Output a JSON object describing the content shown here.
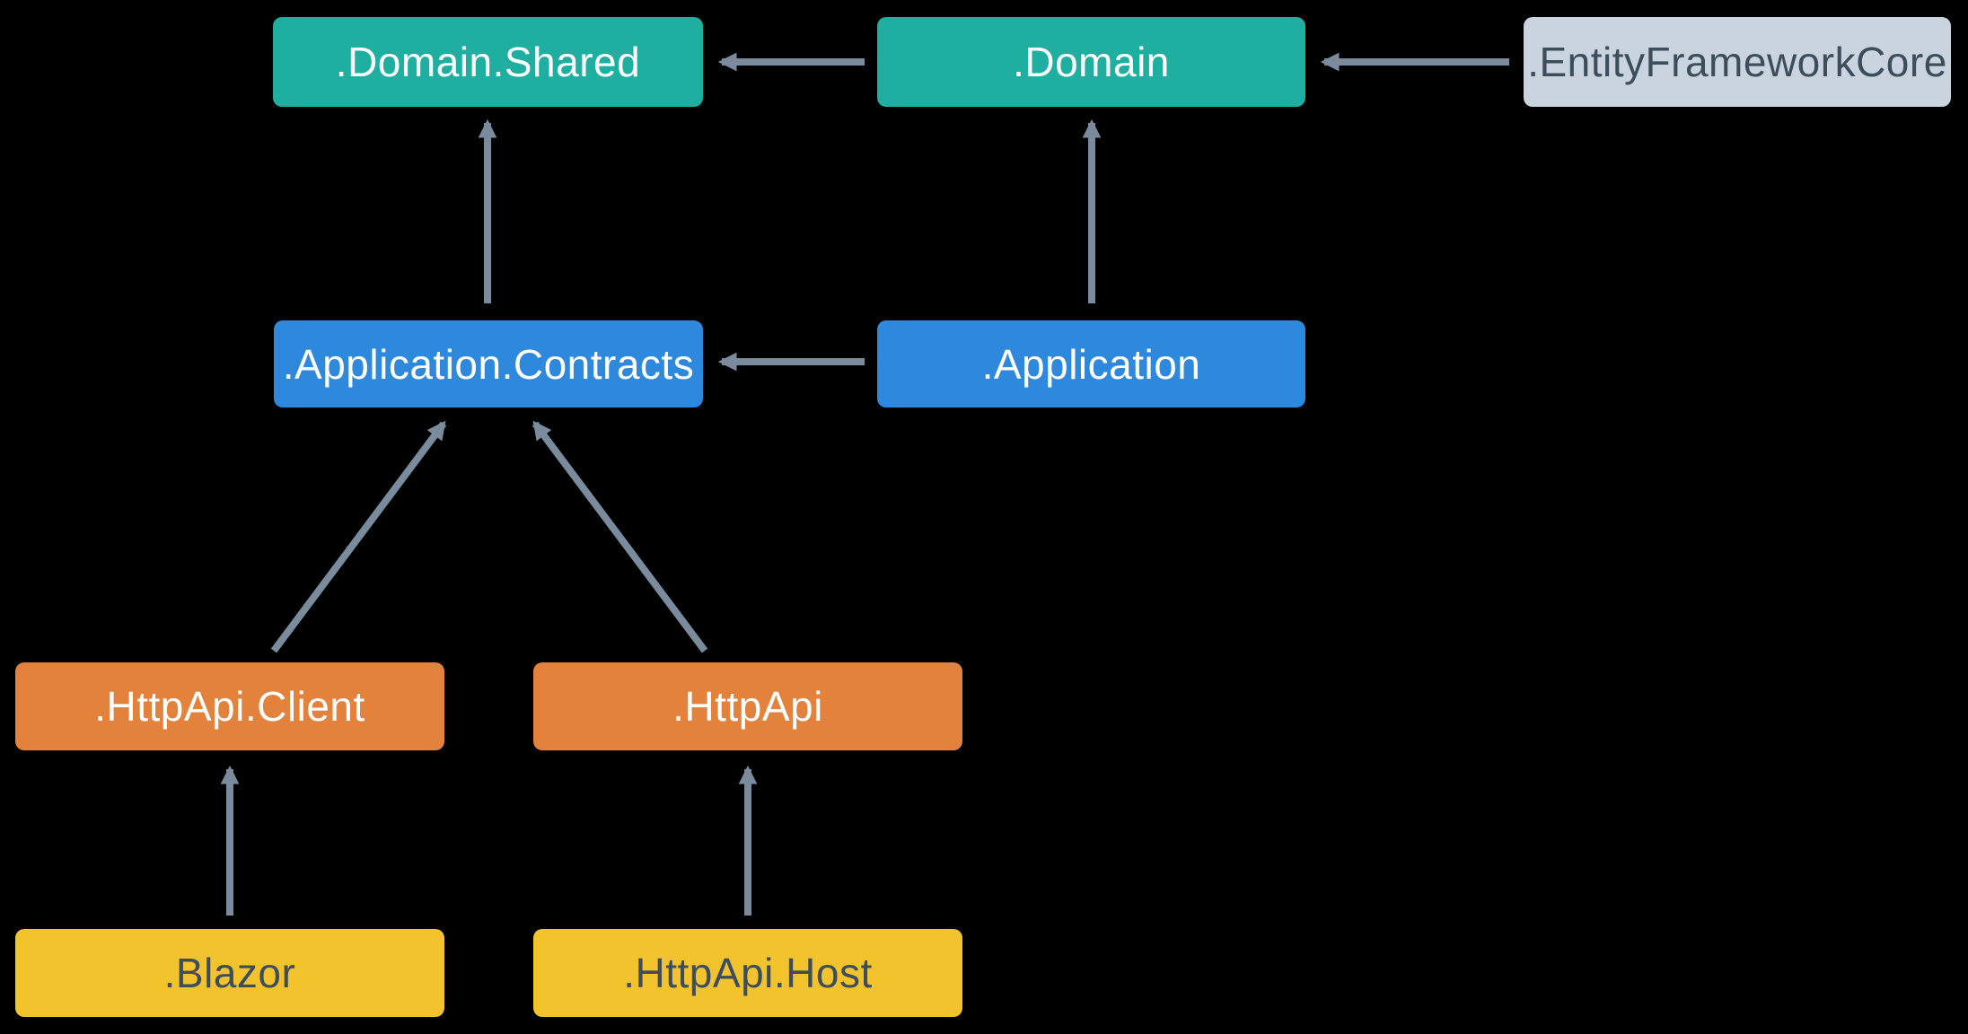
{
  "diagram": {
    "title": "Solution project dependency diagram",
    "background_color": "#000000",
    "arrow_color": "#7A8B9D",
    "nodes": [
      {
        "id": "domain-shared",
        "label": ".Domain.Shared",
        "fill": "#1FAFA0",
        "text_color": "#FFFFFF"
      },
      {
        "id": "domain",
        "label": ".Domain",
        "fill": "#1FAFA0",
        "text_color": "#FFFFFF"
      },
      {
        "id": "entity-framework-core",
        "label": ".EntityFrameworkCore",
        "fill": "#C9D4DE",
        "text_color": "#3C4E5C"
      },
      {
        "id": "application-contracts",
        "label": ".Application.Contracts",
        "fill": "#2E88DB",
        "text_color": "#FFFFFF"
      },
      {
        "id": "application",
        "label": ".Application",
        "fill": "#2E88DB",
        "text_color": "#FFFFFF"
      },
      {
        "id": "httpapi-client",
        "label": ".HttpApi.Client",
        "fill": "#E2823C",
        "text_color": "#FFFFFF"
      },
      {
        "id": "httpapi",
        "label": ".HttpApi",
        "fill": "#E2823C",
        "text_color": "#FFFFFF"
      },
      {
        "id": "blazor",
        "label": ".Blazor",
        "fill": "#F3C32D",
        "text_color": "#3C4E5C"
      },
      {
        "id": "httpapi-host",
        "label": ".HttpApi.Host",
        "fill": "#F3C32D",
        "text_color": "#3C4E5C"
      }
    ],
    "edges": [
      {
        "from": "domain",
        "to": "domain-shared"
      },
      {
        "from": "entity-framework-core",
        "to": "domain"
      },
      {
        "from": "application-contracts",
        "to": "domain-shared"
      },
      {
        "from": "application",
        "to": "domain"
      },
      {
        "from": "application",
        "to": "application-contracts"
      },
      {
        "from": "httpapi-client",
        "to": "application-contracts"
      },
      {
        "from": "httpapi",
        "to": "application-contracts"
      },
      {
        "from": "blazor",
        "to": "httpapi-client"
      },
      {
        "from": "httpapi-host",
        "to": "httpapi"
      }
    ]
  }
}
